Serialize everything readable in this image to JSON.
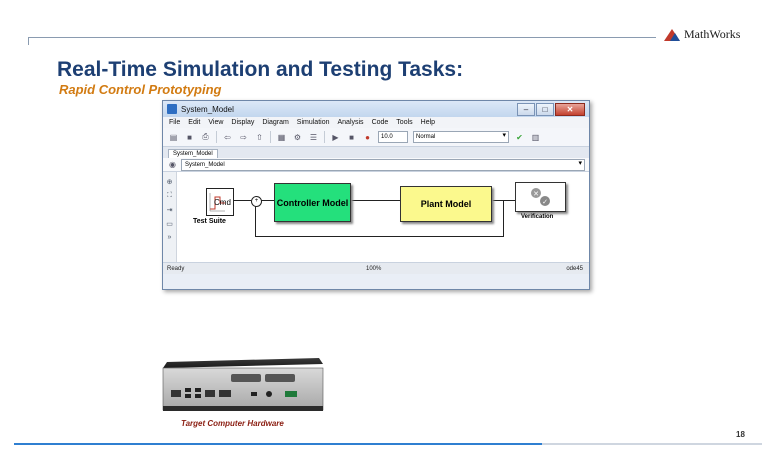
{
  "brand": {
    "name": "MathWorks"
  },
  "slide": {
    "title": "Real-Time Simulation and Testing Tasks:",
    "subtitle": "Rapid Control Prototyping",
    "page_number": "18"
  },
  "window": {
    "title": "System_Model",
    "menu": [
      "File",
      "Edit",
      "View",
      "Display",
      "Diagram",
      "Simulation",
      "Analysis",
      "Code",
      "Tools",
      "Help"
    ],
    "sim_time": "10.0",
    "sim_mode": "Normal",
    "tab": "System_Model",
    "address": "System_Model",
    "status": {
      "left": "Ready",
      "zoom": "100%",
      "solver": "ode45"
    }
  },
  "diagram": {
    "test_suite_label": "Test Suite",
    "cmd_label": "Cmd",
    "controller_label": "Controller Model",
    "plant_label": "Plant Model",
    "verification_label": "Verification"
  },
  "hardware": {
    "caption": "Target Computer Hardware"
  }
}
